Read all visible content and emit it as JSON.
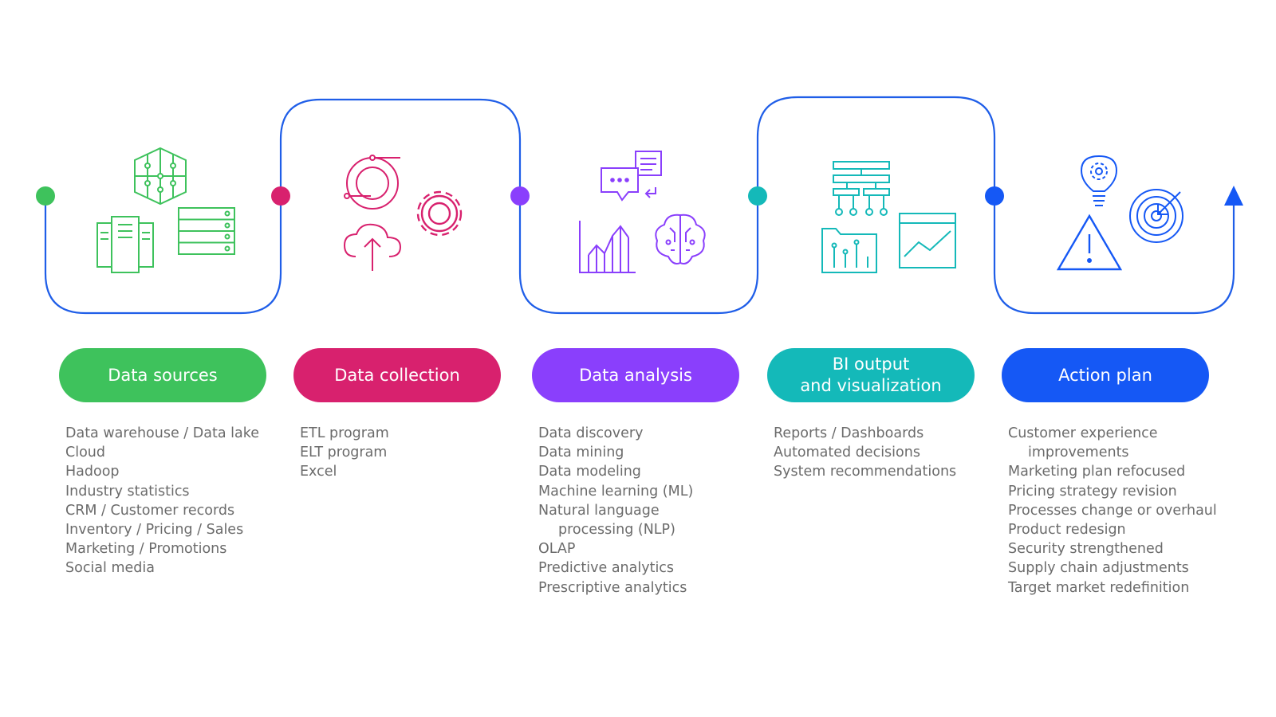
{
  "colors": {
    "connector": "#1f5ee8",
    "green": "#3ec25c",
    "magenta": "#d8216e",
    "purple": "#8a3ffc",
    "teal": "#14b9b9",
    "blue": "#1558f5",
    "item_text": "#6b6b6b"
  },
  "stages": [
    {
      "title": "Data sources",
      "color": "#3ec25c",
      "icons": [
        "network-node-icon",
        "documents-icon",
        "server-rack-icon"
      ],
      "items": [
        [
          "Data warehouse / Data lake"
        ],
        [
          "Cloud"
        ],
        [
          "Hadoop"
        ],
        [
          "Industry statistics"
        ],
        [
          "CRM / Customer records"
        ],
        [
          "Inventory / Pricing / Sales"
        ],
        [
          "Marketing / Promotions"
        ],
        [
          "Social media"
        ]
      ]
    },
    {
      "title": "Data collection",
      "color": "#d8216e",
      "icons": [
        "cycle-icon",
        "gear-icon",
        "cloud-upload-icon"
      ],
      "items": [
        [
          "ETL program"
        ],
        [
          "ELT program"
        ],
        [
          "Excel"
        ]
      ]
    },
    {
      "title": "Data analysis",
      "color": "#8a3ffc",
      "icons": [
        "chat-bubbles-icon",
        "bar-chart-icon",
        "brain-icon"
      ],
      "items": [
        [
          "Data discovery"
        ],
        [
          "Data mining"
        ],
        [
          "Data modeling"
        ],
        [
          "Machine learning (ML)"
        ],
        [
          "Natural language",
          "processing (NLP)"
        ],
        [
          "OLAP"
        ],
        [
          "Predictive analytics"
        ],
        [
          "Prescriptive analytics"
        ]
      ]
    },
    {
      "title": "BI output\nand visualization",
      "color": "#14b9b9",
      "icons": [
        "hierarchy-icon",
        "folder-chart-icon",
        "line-chart-icon"
      ],
      "items": [
        [
          "Reports / Dashboards"
        ],
        [
          "Automated decisions"
        ],
        [
          "System recommendations"
        ]
      ]
    },
    {
      "title": "Action plan",
      "color": "#1558f5",
      "icons": [
        "lightbulb-gear-icon",
        "warning-icon",
        "target-icon"
      ],
      "items": [
        [
          "Customer experience",
          "improvements"
        ],
        [
          "Marketing plan refocused"
        ],
        [
          "Pricing strategy revision"
        ],
        [
          "Processes change or overhaul"
        ],
        [
          "Product redesign"
        ],
        [
          "Security strengthened"
        ],
        [
          "Supply chain adjustments"
        ],
        [
          "Target market redefinition"
        ]
      ]
    }
  ]
}
